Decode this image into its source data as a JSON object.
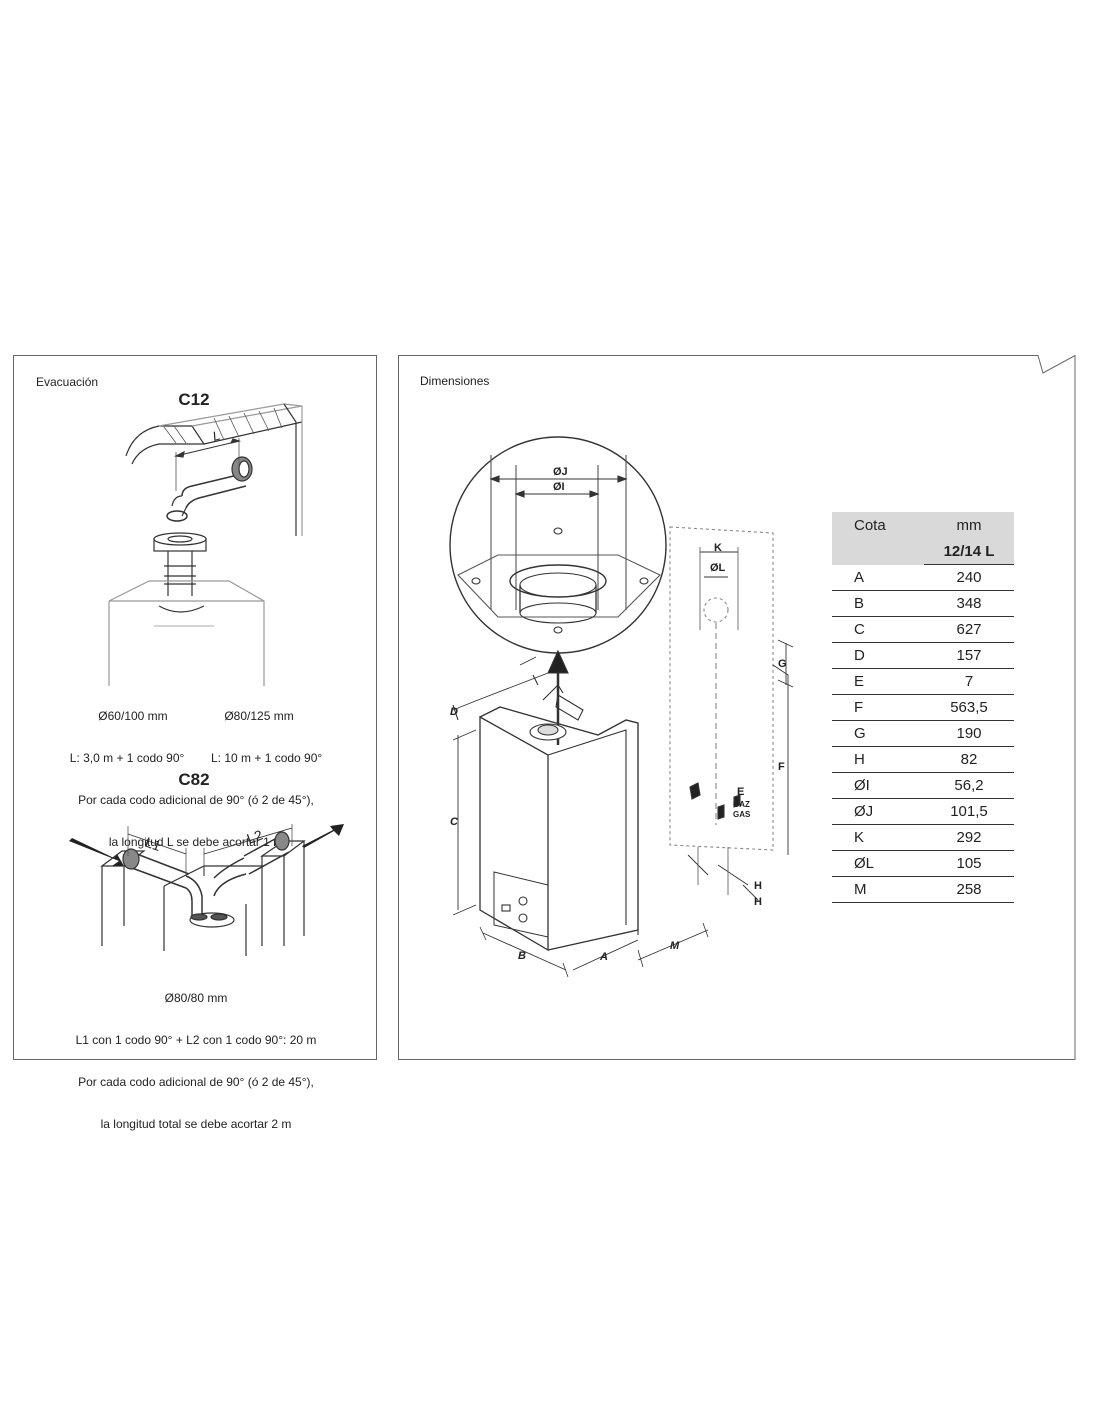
{
  "left_panel": {
    "label": "Evacuación",
    "c12": {
      "title": "C12",
      "dim_label": "L",
      "caption_lines": [
        "Ø60/100 mm                 Ø80/125 mm",
        "L: 3,0 m + 1 codo 90°        L: 10 m + 1 codo 90°",
        "Por cada codo adicional de 90° (ó 2 de 45°),",
        "la longitud L se debe acortar 1 m"
      ]
    },
    "c82": {
      "title": "C82",
      "dim_label_1": "L1",
      "dim_label_2": "L2",
      "caption_lines": [
        "Ø80/80 mm",
        "L1 con 1 codo 90° + L2 con 1 codo 90°: 20 m",
        "Por cada codo adicional de 90° (ó 2 de 45°),",
        "la longitud total se debe acortar 2 m"
      ]
    }
  },
  "right_panel": {
    "label": "Dimensiones",
    "drawing_labels": {
      "oj": "ØJ",
      "oi": "ØI",
      "k": "K",
      "ol": "ØL",
      "g": "G",
      "f": "F",
      "e": "E",
      "gaz": "GAZ",
      "gas": "GAS",
      "h1": "H",
      "h2": "H",
      "d": "D",
      "c": "C",
      "b": "B",
      "a": "A",
      "m": "M"
    },
    "table": {
      "header_col1": "Cota",
      "header_col2": "mm",
      "header_sub": "12/14 L",
      "rows": [
        {
          "key": "A",
          "value": "240"
        },
        {
          "key": "B",
          "value": "348"
        },
        {
          "key": "C",
          "value": "627"
        },
        {
          "key": "D",
          "value": "157"
        },
        {
          "key": "E",
          "value": "7"
        },
        {
          "key": "F",
          "value": "563,5"
        },
        {
          "key": "G",
          "value": "190"
        },
        {
          "key": "H",
          "value": "82"
        },
        {
          "key": "ØI",
          "value": "56,2"
        },
        {
          "key": "ØJ",
          "value": "101,5"
        },
        {
          "key": "K",
          "value": "292"
        },
        {
          "key": "ØL",
          "value": "105"
        },
        {
          "key": "M",
          "value": "258"
        }
      ]
    }
  }
}
